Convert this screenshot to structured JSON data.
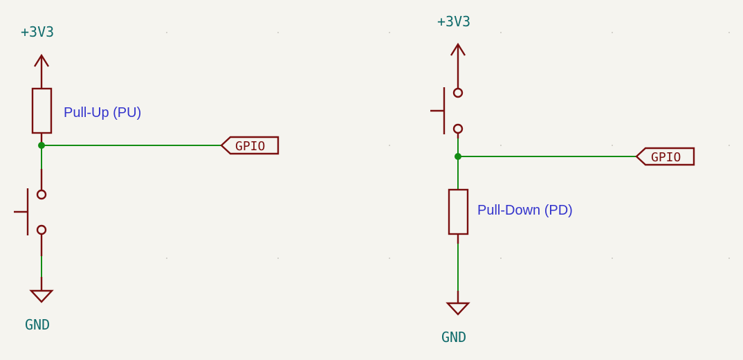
{
  "circuits": [
    {
      "power_label": "+3V3",
      "ground_label": "GND",
      "resistor_note": "Pull-Up (PU)",
      "net_label": "GPIO"
    },
    {
      "power_label": "+3V3",
      "ground_label": "GND",
      "resistor_note": "Pull-Down (PD)",
      "net_label": "GPIO"
    }
  ],
  "colors": {
    "background": "#f5f4ef",
    "symbol": "#7a0f0f",
    "wire": "#138c13",
    "power_text": "#0f6b6b",
    "note_text": "#3333cc"
  }
}
